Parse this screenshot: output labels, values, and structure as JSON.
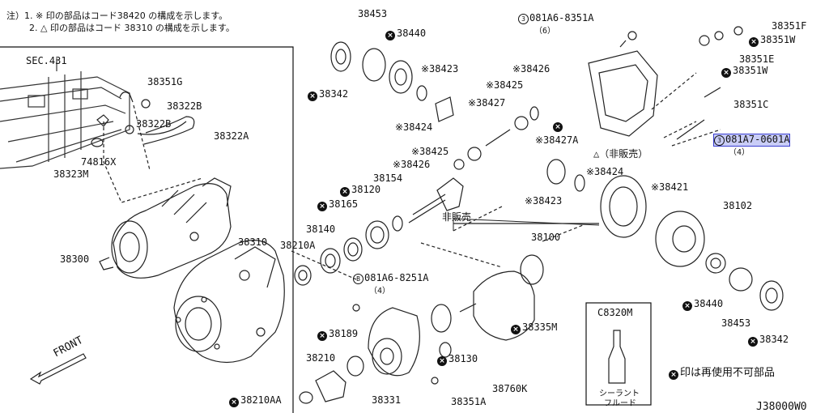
{
  "notes": {
    "line1": "注）1. ※ 印の部品はコード38420 の構成を示します。",
    "line2": "2. △ 印の部品はコード 38310 の構成を示します。"
  },
  "legend_not_reusable": "印は再使用不可部品",
  "diagram_code": "J38000W0",
  "front_label": "FRONT",
  "sealant_box": {
    "code": "C8320M",
    "text1": "シーラント",
    "text2": "フルード"
  },
  "not_sold_labels": [
    "△（非販売）",
    "非販売"
  ],
  "labels": {
    "sec431": "SEC.431",
    "p38351G": "38351G",
    "p38322B": "38322B",
    "p38322B_2": "38322B",
    "p38322A": "38322A",
    "p74816X": "74816X",
    "p38323M": "38323M",
    "p38300": "38300",
    "p38453_top": "38453",
    "p38440_top": "38440",
    "p38342_top": "38342",
    "p38423_top": "※38423",
    "p38424_top": "※38424",
    "p38426_top": "※38426",
    "p38425_top": "※38425",
    "p38427": "※38427",
    "p38427A": "※38427A",
    "p38425_mid": "※38425",
    "p38426_mid": "※38426",
    "p38154": "38154",
    "p38120": "38120",
    "p38165": "38165",
    "p38140": "38140",
    "p38210A": "38210A",
    "p38310": "38310",
    "bolt_8251A": "081A6-8251A",
    "bolt_8251A_qty": "（4）",
    "bolt_8351A": "081A6-8351A",
    "bolt_8351A_qty": "（6）",
    "bolt_0601A": "081A7-0601A",
    "bolt_0601A_qty": "（4）",
    "p38351F": "38351F",
    "p38351W_1": "38351W",
    "p38351E": "38351E",
    "p38351W_2": "38351W",
    "p38351C": "38351C",
    "p38424_mid": "※38424",
    "p38423_mid": "※38423",
    "p38421": "※38421",
    "p38102": "38102",
    "p38100": "38100",
    "p38189": "38189",
    "p38130": "38130",
    "p38335M": "38335M",
    "p38210": "38210",
    "p38760K": "38760K",
    "p38331": "38331",
    "p38351A": "38351A",
    "p38210AA": "38210AA",
    "p38440_bot": "38440",
    "p38453_bot": "38453",
    "p38342_bot": "38342"
  },
  "circle_marks": {
    "b": "B",
    "three": "3"
  }
}
